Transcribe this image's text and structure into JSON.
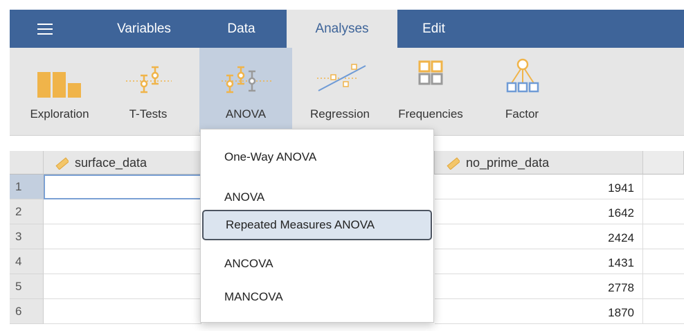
{
  "menubar": {
    "tabs": [
      {
        "label": "Variables",
        "active": false
      },
      {
        "label": "Data",
        "active": false
      },
      {
        "label": "Analyses",
        "active": true
      },
      {
        "label": "Edit",
        "active": false
      }
    ]
  },
  "ribbon": {
    "buttons": [
      {
        "label": "Exploration",
        "icon": "exploration-icon"
      },
      {
        "label": "T-Tests",
        "icon": "t-tests-icon"
      },
      {
        "label": "ANOVA",
        "icon": "anova-icon",
        "selected": true
      },
      {
        "label": "Regression",
        "icon": "regression-icon"
      },
      {
        "label": "Frequencies",
        "icon": "frequencies-icon"
      },
      {
        "label": "Factor",
        "icon": "factor-icon"
      }
    ]
  },
  "sheet": {
    "columns": [
      {
        "name": "surface_data",
        "icon": "continuous-ruler-icon"
      },
      {
        "name": "no_prime_data",
        "icon": "continuous-ruler-icon"
      }
    ],
    "rows": [
      {
        "num": "1",
        "surface_data": "",
        "no_prime_data": "1941"
      },
      {
        "num": "2",
        "surface_data": "",
        "no_prime_data": "1642"
      },
      {
        "num": "3",
        "surface_data": "",
        "no_prime_data": "2424"
      },
      {
        "num": "4",
        "surface_data": "",
        "no_prime_data": "1431"
      },
      {
        "num": "5",
        "surface_data": "",
        "no_prime_data": "2778"
      },
      {
        "num": "6",
        "surface_data": "",
        "no_prime_data": "1870"
      }
    ],
    "selected_row": "1"
  },
  "anova_menu": {
    "items": [
      {
        "label": "One-Way ANOVA"
      },
      {
        "label": "ANOVA"
      },
      {
        "label": "Repeated Measures ANOVA",
        "highlighted": true
      },
      {
        "label": "ANCOVA"
      },
      {
        "label": "MANCOVA"
      }
    ]
  },
  "colors": {
    "menubar": "#3e6499",
    "ribbon": "#e6e6e6",
    "icon_orange": "#f0b44a",
    "icon_gray": "#9a9a9a",
    "icon_blue": "#6f9bd6",
    "selection": "#c3cfdf"
  }
}
